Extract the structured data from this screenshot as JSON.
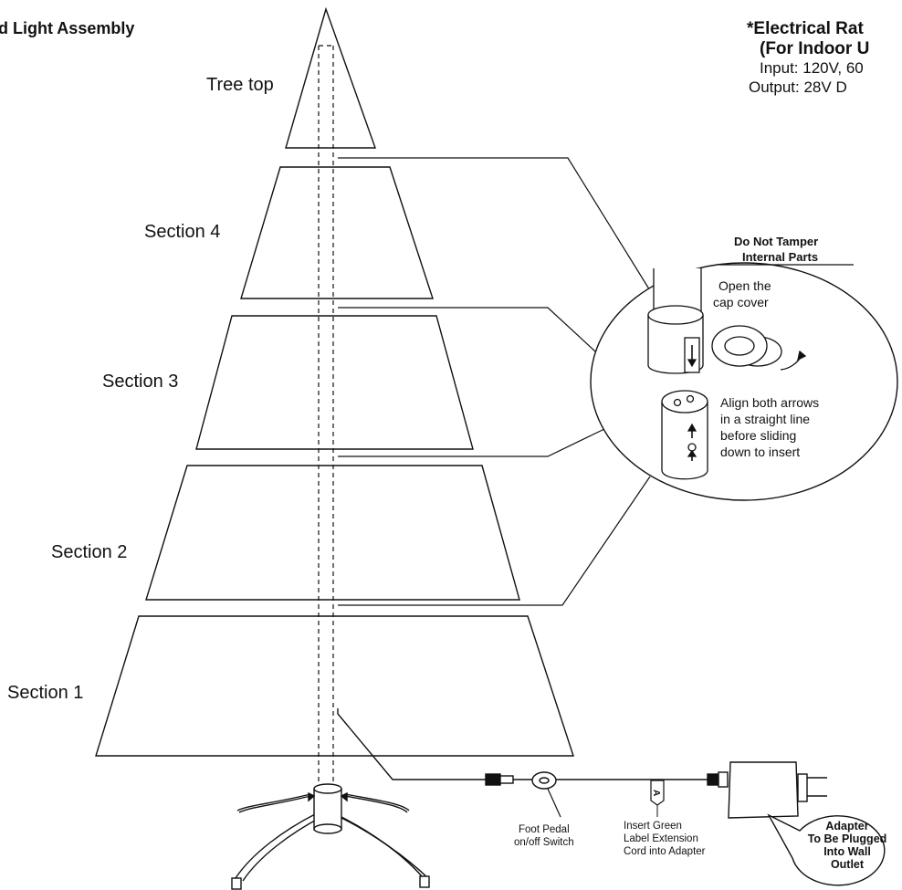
{
  "title": "d Light Assembly",
  "electrical": {
    "heading_1": "*Electrical Rat",
    "heading_2": "(For Indoor U",
    "input": "Input: 120V, 60",
    "output": "Output: 28V D"
  },
  "sections": {
    "tree_top": "Tree top",
    "s4": "Section 4",
    "s3": "Section 3",
    "s2": "Section 2",
    "s1": "Section 1"
  },
  "detail": {
    "warning_1": "Do Not Tamper",
    "warning_2": "Internal Parts",
    "open_1": "Open the",
    "open_2": "cap cover",
    "align_1": "Align both arrows",
    "align_2": "in a straight line",
    "align_3": "before sliding",
    "align_4": "down to insert"
  },
  "cord": {
    "pedal_1": "Foot Pedal",
    "pedal_2": "on/off Switch",
    "insert_1": "Insert Green",
    "insert_2": "Label Extension",
    "insert_3": "Cord into Adapter",
    "tag_letter": "A"
  },
  "adapter": {
    "line_1": "Adapter",
    "line_2": "To Be Plugged",
    "line_3": "Into Wall",
    "line_4": "Outlet"
  }
}
